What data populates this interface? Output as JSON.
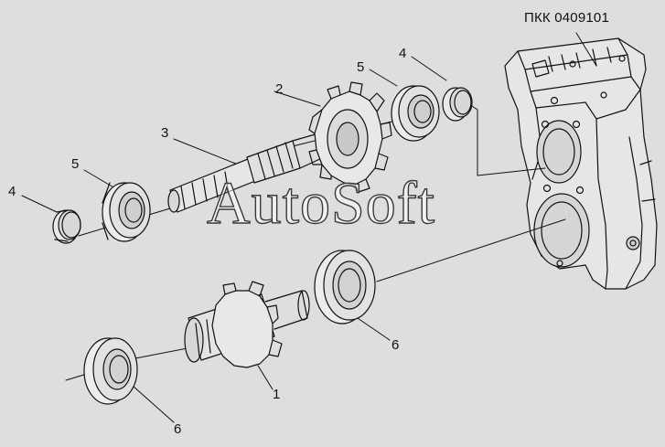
{
  "diagram": {
    "part_code": "ПКК 0409101",
    "watermark": "AutoSoft",
    "callouts": [
      {
        "id": "c-1",
        "text": "1"
      },
      {
        "id": "c-2",
        "text": "2"
      },
      {
        "id": "c-3",
        "text": "3"
      },
      {
        "id": "c-4a",
        "text": "4"
      },
      {
        "id": "c-4b",
        "text": "4"
      },
      {
        "id": "c-5a",
        "text": "5"
      },
      {
        "id": "c-5b",
        "text": "5"
      },
      {
        "id": "c-6a",
        "text": "6"
      },
      {
        "id": "c-6b",
        "text": "6"
      }
    ],
    "colors": {
      "background": "#dedede",
      "ink": "#111111"
    }
  }
}
